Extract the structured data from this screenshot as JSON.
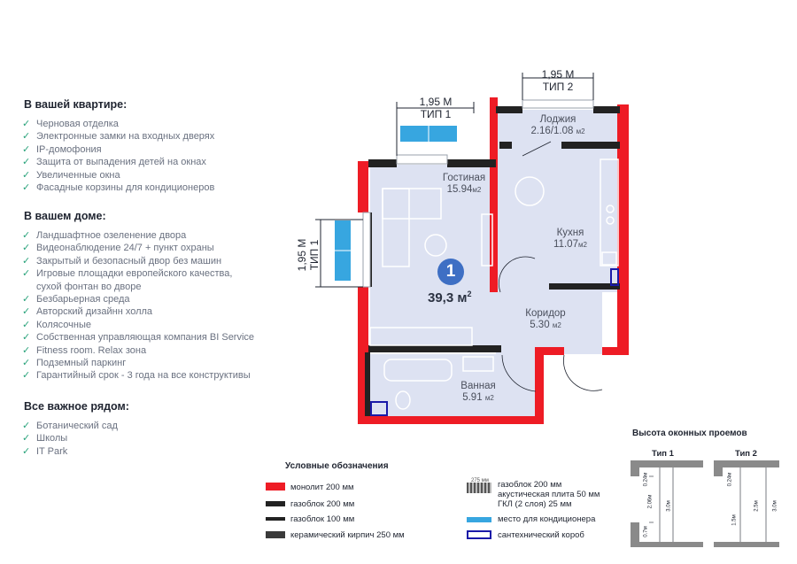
{
  "apartment": {
    "number": "1",
    "total_area": "39,3 м",
    "total_area_unit_sup": "2"
  },
  "sections": [
    {
      "title": "В вашей квартире:",
      "items": [
        "Черновая отделка",
        "Электронные замки на входных дверях",
        "IP-домофония",
        "Защита от выпадения детей на окнах",
        "Увеличенные окна",
        "Фасадные корзины для кондиционеров"
      ]
    },
    {
      "title": "В вашем доме:",
      "items": [
        "Ландшафтное озеленение двора",
        "Видеонаблюдение 24/7 + пункт охраны",
        "Закрытый и безопасный двор без машин",
        "Игровые площадки европейского качества,",
        "сухой фонтан во дворе",
        "Безбарьерная среда",
        "Авторский дизайнн холла",
        "Колясочные",
        "Собственная управляющая компания BI Service",
        "Fitness room. Relax зона",
        "Подземный паркинг",
        "Гарантийный срок - 3 года на все конструктивы"
      ]
    },
    {
      "title": "Все важное рядом:",
      "items": [
        "Ботанический сад",
        "Школы",
        "IT Park"
      ]
    }
  ],
  "dimensions": {
    "window_top_left": {
      "size": "1,95 М",
      "type": "ТИП 1"
    },
    "window_top_right": {
      "size": "1,95 М",
      "type": "ТИП 2"
    },
    "window_side": {
      "size": "1,95 М",
      "type": "ТИП 1"
    }
  },
  "rooms": [
    {
      "name": "Лоджия",
      "area": "2.16/1.08",
      "unit": "м2"
    },
    {
      "name": "Гостиная",
      "area": "15.94",
      "unit": "м2"
    },
    {
      "name": "Кухня",
      "area": "11.07",
      "unit": "м2"
    },
    {
      "name": "Коридор",
      "area": "5.30",
      "unit": "м2"
    },
    {
      "name": "Ванная",
      "area": "5.91",
      "unit": "м2"
    }
  ],
  "legend": {
    "title": "Условные обозначения",
    "items": [
      {
        "label": "монолит 200 мм",
        "color": "#ee1c25"
      },
      {
        "label": "газоблок 200 мм",
        "color": "#222222"
      },
      {
        "label": "газоблок 100 мм",
        "color": "#222222"
      },
      {
        "label": "керамический кирпич 250 мм",
        "color": "#3a3a3a"
      }
    ],
    "items_right": [
      {
        "label_lines": [
          "газоблок 200 мм",
          "акустическая плита 50 мм",
          "ГКЛ (2 слоя) 25 мм"
        ],
        "note": "275 мм"
      },
      {
        "label": "место для кондиционера",
        "color": "#37a6e0"
      },
      {
        "label": "сантехнический короб",
        "color": "#1a1aa8"
      }
    ]
  },
  "window_heights": {
    "title": "Высота оконных проемов",
    "types": [
      {
        "name": "Тип 1",
        "marks": [
          "0.24м",
          "2.06м",
          "3.0м",
          "0.7м"
        ]
      },
      {
        "name": "Тип 2",
        "marks": [
          "0.24м",
          "1.5м",
          "2.5м",
          "3.0м"
        ]
      }
    ]
  },
  "colors": {
    "monolith": "#ee1c25",
    "block": "#222222",
    "floor": "#dde2f2",
    "ac": "#37a6e0",
    "check": "#2aa37b",
    "badge": "#3e6fc4"
  }
}
